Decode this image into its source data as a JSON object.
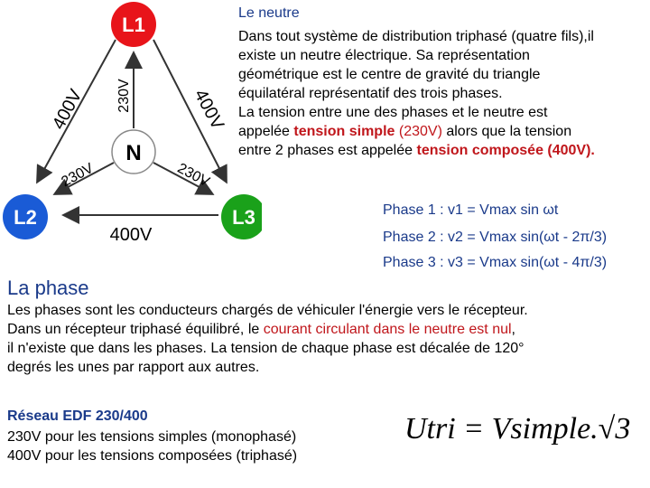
{
  "diagram": {
    "nodes": {
      "l1": {
        "label": "L1",
        "color": "#e8141a"
      },
      "l2": {
        "label": "L2",
        "color": "#1a5bd6"
      },
      "l3": {
        "label": "L3",
        "color": "#1aa11a"
      },
      "n": {
        "label": "N"
      }
    },
    "edges": {
      "l1_l2": "400V",
      "l1_l3": "400V",
      "l2_l3": "400V",
      "l1_n": "230V",
      "l2_n": "230V",
      "l3_n": "230V"
    }
  },
  "neutre": {
    "title": "Le neutre",
    "p1": "Dans tout système de distribution triphasé (quatre fils),il",
    "p2": "existe un neutre électrique. Sa représentation",
    "p3": "géométrique est le centre de gravité du triangle",
    "p4": "équilatéral  représentatif des trois phases.",
    "p5": "La tension entre une des phases et le neutre est",
    "p6_a": "appelée ",
    "p6_b": "tension simple",
    "p6_c": " (230V)",
    "p6_d": " alors que la tension",
    "p7_a": " entre 2 phases est appelée ",
    "p7_b": "tension composée (400V)."
  },
  "phases": {
    "ph1": "Phase 1 : v1 = Vmax sin ωt",
    "ph2": "Phase 2 : v2 = Vmax sin(ωt - 2π/3)",
    "ph3": "Phase 3 : v3 = Vmax sin(ωt - 4π/3)"
  },
  "la_phase": {
    "title": "La phase",
    "l1": "Les phases sont les conducteurs chargés de véhiculer l'énergie vers le récepteur.",
    "l2_a": "Dans un récepteur triphasé équilibré, le ",
    "l2_b": "courant circulant dans le neutre est nul",
    "l2_c": ",",
    "l3": "il n'existe que dans les phases. La tension de chaque phase est décalée de 120°",
    "l4": "degrés les unes par rapport aux autres."
  },
  "reseau": {
    "title": "Réseau EDF 230/400",
    "l1": "230V pour les tensions simples (monophasé)",
    "l2": "400V pour les tensions composées (triphasé)"
  },
  "formula": {
    "text": "Utri = Vsimple.√3"
  }
}
